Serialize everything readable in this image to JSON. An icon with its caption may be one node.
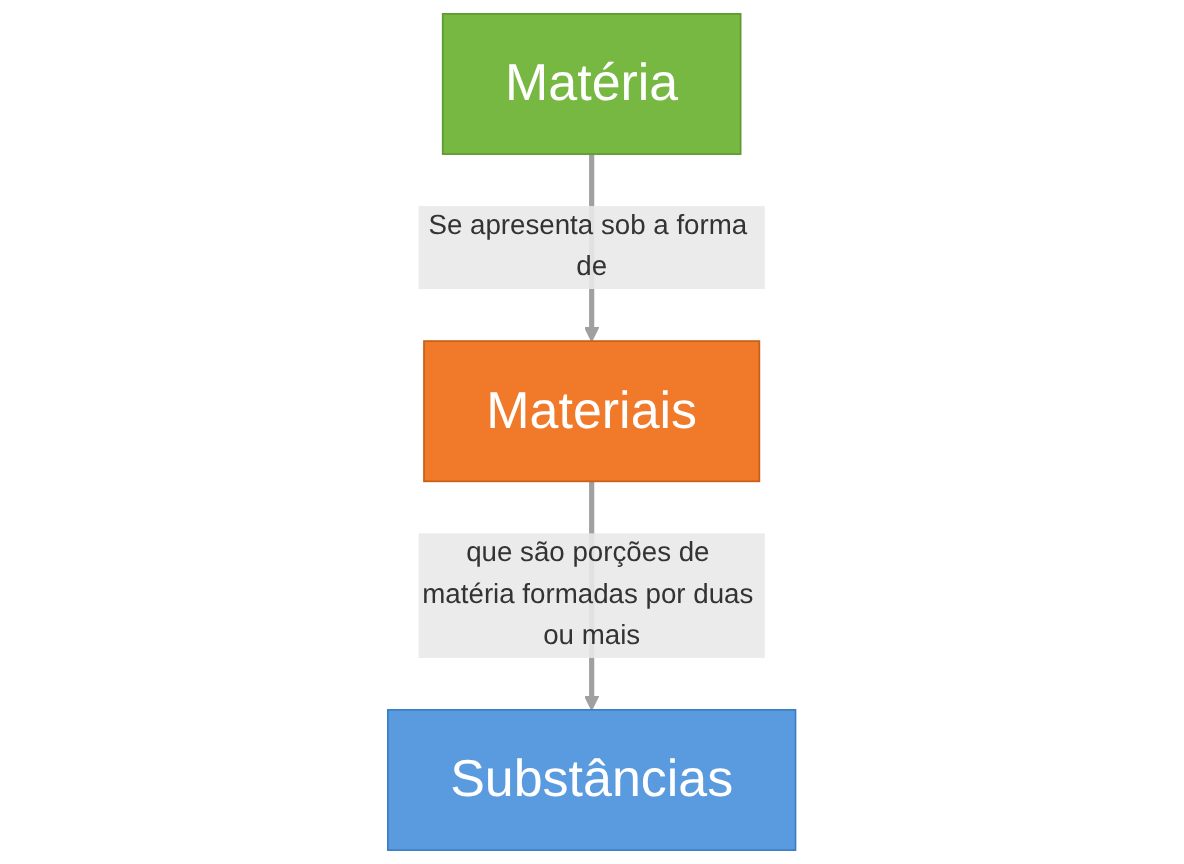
{
  "diagram": {
    "nodes": [
      {
        "text": [
          "Matéria"
        ]
      },
      {
        "text": [
          "Materiais"
        ]
      },
      {
        "text": [
          "Substâncias"
        ]
      }
    ],
    "edges": [
      {
        "from": 0,
        "to": 1,
        "arrow": "to",
        "label": "Se apresenta sob a forma de"
      },
      {
        "from": 1,
        "to": 2,
        "arrow": "to",
        "label": "que são porções de matéria formadas por duas ou mais"
      }
    ]
  }
}
